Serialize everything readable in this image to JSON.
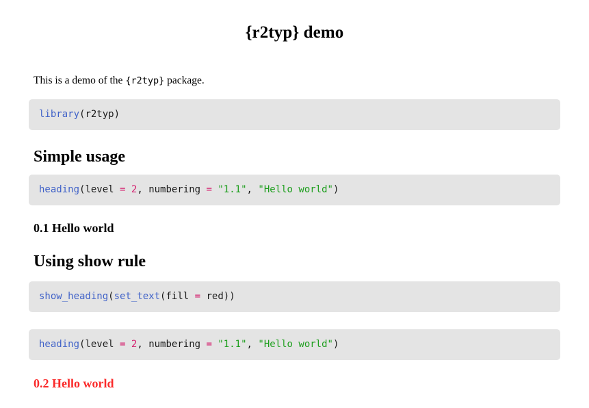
{
  "document": {
    "title": "{r2typ} demo",
    "intro": {
      "before": "This is a demo of the ",
      "mono": "{r2typ}",
      "after": " package."
    }
  },
  "colors": {
    "page_background": "#ffffff",
    "text": "#000000",
    "code_background": "#e4e4e4",
    "code_text": "#1a1a1a",
    "syntax_function": "#4062c8",
    "syntax_operator": "#d41f6e",
    "syntax_number": "#d41f6e",
    "syntax_string": "#1c9e1c",
    "red_heading": "#fa2a2a"
  },
  "code_blocks": {
    "library": {
      "full_text": "library(r2typ)",
      "tokens": [
        {
          "t": "library",
          "k": "fn"
        },
        {
          "t": "(r2typ)",
          "k": "plain"
        }
      ]
    },
    "heading_1": {
      "full_text": "heading(level = 2, numbering = \"1.1\", \"Hello world\")",
      "tokens": [
        {
          "t": "heading",
          "k": "fn"
        },
        {
          "t": "(level ",
          "k": "plain"
        },
        {
          "t": "=",
          "k": "op"
        },
        {
          "t": " ",
          "k": "plain"
        },
        {
          "t": "2",
          "k": "num"
        },
        {
          "t": ", numbering ",
          "k": "plain"
        },
        {
          "t": "=",
          "k": "op"
        },
        {
          "t": " ",
          "k": "plain"
        },
        {
          "t": "\"1.1\"",
          "k": "str"
        },
        {
          "t": ", ",
          "k": "plain"
        },
        {
          "t": "\"Hello world\"",
          "k": "str"
        },
        {
          "t": ")",
          "k": "plain"
        }
      ]
    },
    "show_rule": {
      "full_text": "show_heading(set_text(fill = red))",
      "tokens": [
        {
          "t": "show_heading",
          "k": "fn"
        },
        {
          "t": "(",
          "k": "plain"
        },
        {
          "t": "set_text",
          "k": "fn"
        },
        {
          "t": "(fill ",
          "k": "plain"
        },
        {
          "t": "=",
          "k": "op"
        },
        {
          "t": " red))",
          "k": "plain"
        }
      ]
    },
    "heading_2": {
      "full_text": "heading(level = 2, numbering = \"1.1\", \"Hello world\")",
      "tokens": [
        {
          "t": "heading",
          "k": "fn"
        },
        {
          "t": "(level ",
          "k": "plain"
        },
        {
          "t": "=",
          "k": "op"
        },
        {
          "t": " ",
          "k": "plain"
        },
        {
          "t": "2",
          "k": "num"
        },
        {
          "t": ", numbering ",
          "k": "plain"
        },
        {
          "t": "=",
          "k": "op"
        },
        {
          "t": " ",
          "k": "plain"
        },
        {
          "t": "\"1.1\"",
          "k": "str"
        },
        {
          "t": ", ",
          "k": "plain"
        },
        {
          "t": "\"Hello world\"",
          "k": "str"
        },
        {
          "t": ")",
          "k": "plain"
        }
      ]
    }
  },
  "sections": {
    "simple_usage": {
      "heading": "Simple usage",
      "output_heading": "0.1 Hello world"
    },
    "using_show_rule": {
      "heading": "Using show rule",
      "output_heading": "0.2 Hello world"
    }
  }
}
